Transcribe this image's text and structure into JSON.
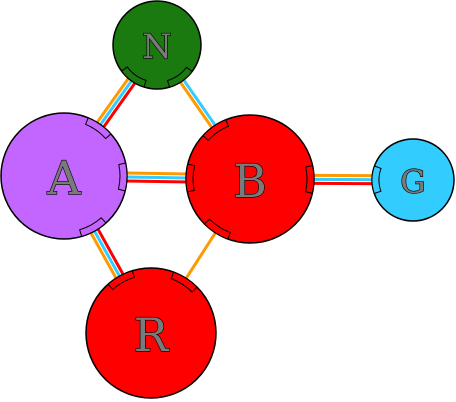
{
  "nodes": [
    {
      "id": "N",
      "label": "N",
      "color": "#1a7a10"
    },
    {
      "id": "A",
      "label": "A",
      "color": "#c266ff"
    },
    {
      "id": "B",
      "label": "B",
      "color": "#ff0000"
    },
    {
      "id": "G",
      "label": "G",
      "color": "#33ccff"
    },
    {
      "id": "R",
      "label": "R",
      "color": "#ff0000"
    }
  ],
  "links": [
    {
      "from": "N",
      "to": "A",
      "colors": [
        "#ff0000",
        "#33ccff",
        "#ff9900"
      ]
    },
    {
      "from": "N",
      "to": "B",
      "colors": [
        "#33ccff",
        "#ff9900"
      ]
    },
    {
      "from": "A",
      "to": "B",
      "colors": [
        "#ff9900",
        "#33ccff",
        "#ff0000"
      ]
    },
    {
      "from": "A",
      "to": "R",
      "colors": [
        "#ff0000",
        "#33ccff",
        "#ff9900"
      ]
    },
    {
      "from": "B",
      "to": "R",
      "colors": [
        "#ff9900"
      ]
    },
    {
      "from": "B",
      "to": "G",
      "colors": [
        "#ff9900",
        "#33ccff",
        "#ff0000"
      ]
    }
  ]
}
